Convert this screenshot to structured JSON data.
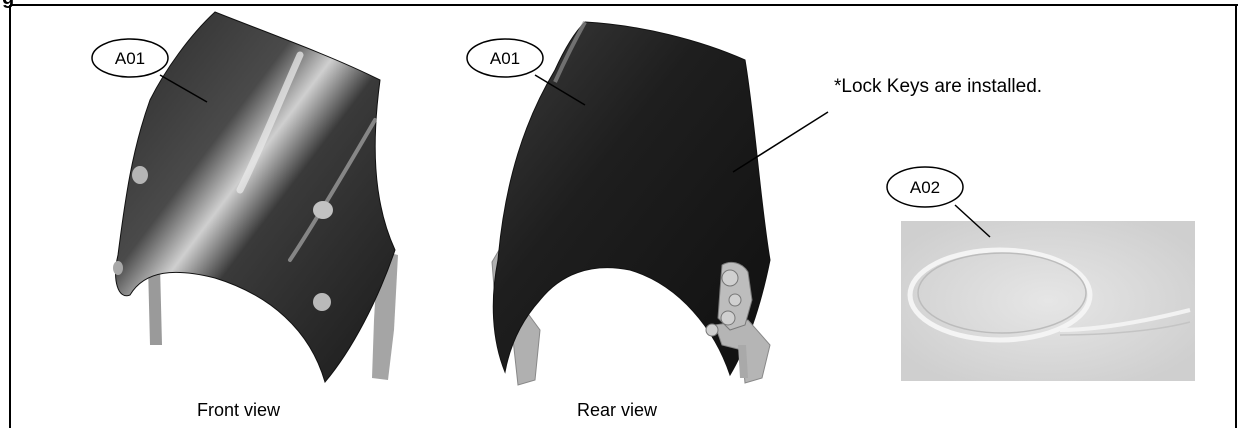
{
  "heading_fragment": "g",
  "callouts": {
    "front": "A01",
    "rear": "A01",
    "seal": "A02"
  },
  "captions": {
    "front": "Front view",
    "rear": "Rear view"
  },
  "note": "*Lock Keys are installed."
}
